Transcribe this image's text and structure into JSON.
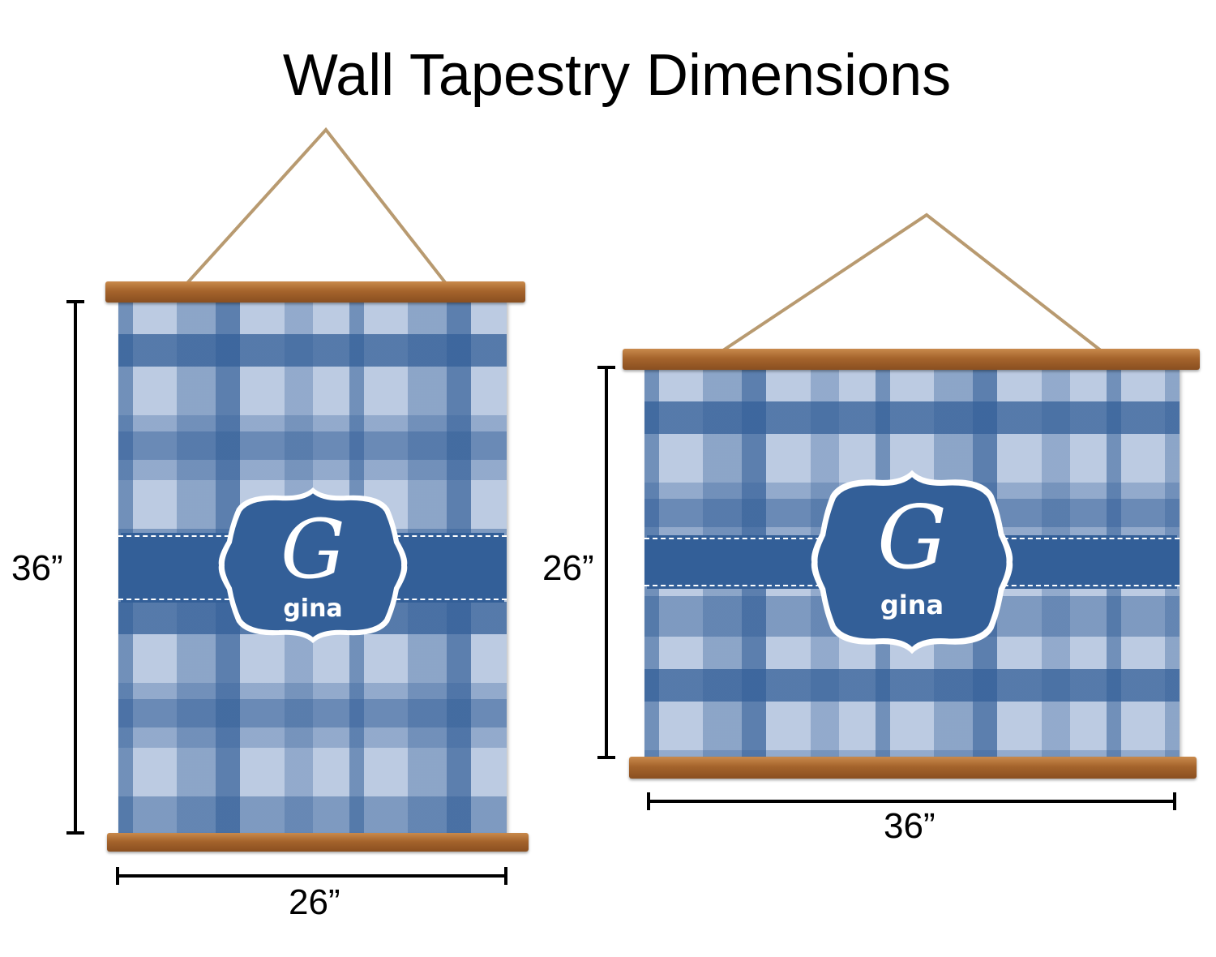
{
  "title": "Wall Tapestry Dimensions",
  "colors": {
    "plaid_dark": "#335f98",
    "plaid_light": "#bccbe2",
    "wood": "#a5642c",
    "rope": "#b89a70"
  },
  "portrait": {
    "height_label": "36”",
    "width_label": "26”",
    "monogram": "G",
    "name": "gina"
  },
  "landscape": {
    "height_label": "26”",
    "width_label": "36”",
    "monogram": "G",
    "name": "gina"
  }
}
